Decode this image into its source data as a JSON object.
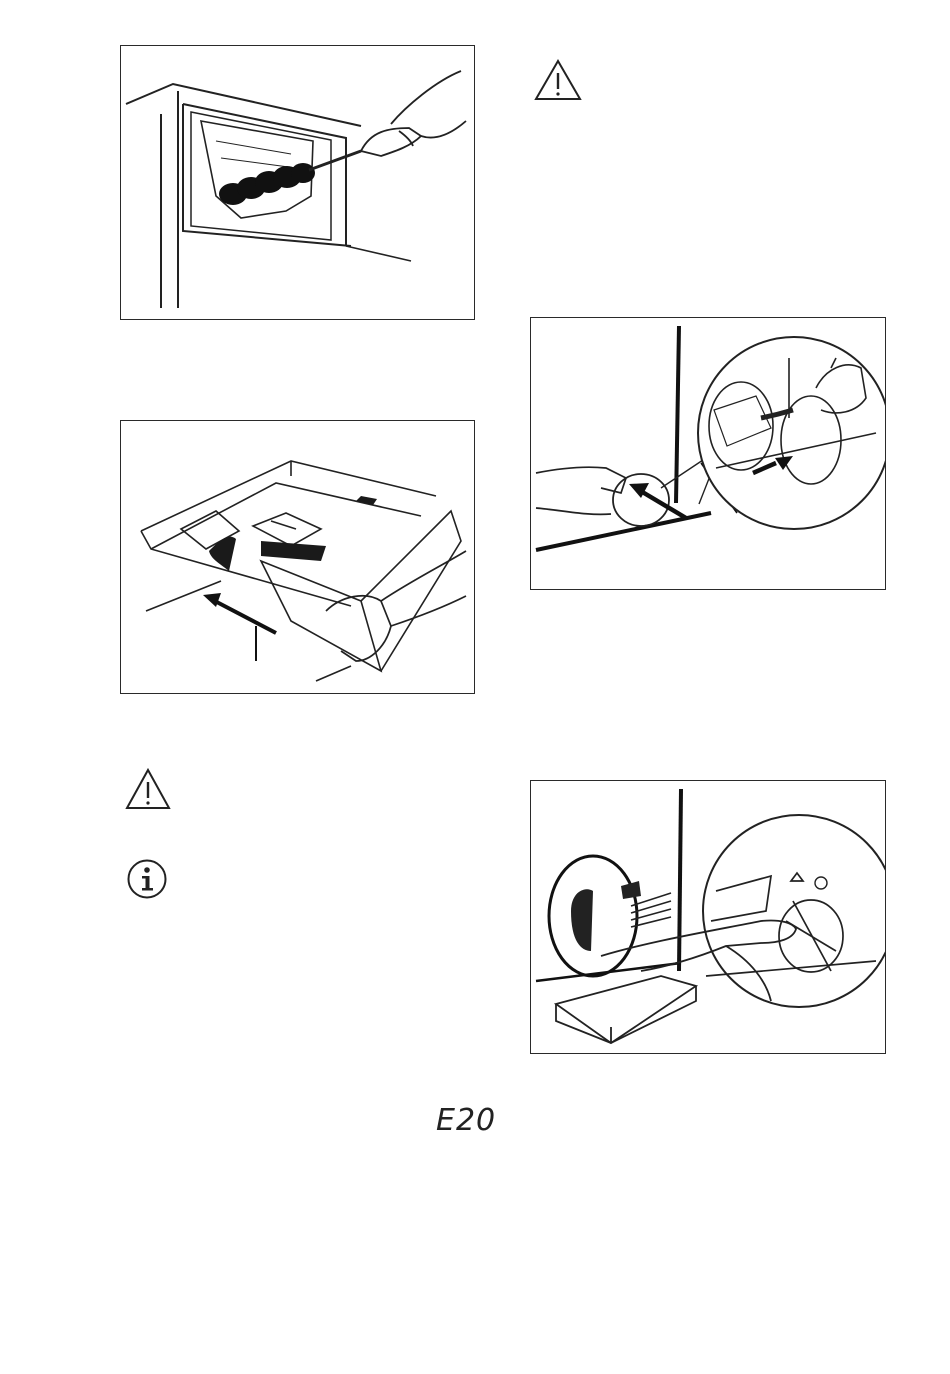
{
  "figures": {
    "brush_cleaning": {
      "description_icon": "brush-cleaning-illustration"
    },
    "dispenser_insert": {
      "description_icon": "dispenser-insert-illustration"
    },
    "pump_flap_open": {
      "description_icon": "pump-flap-illustration"
    },
    "pump_filter_remove": {
      "description_icon": "pump-filter-illustration"
    }
  },
  "icons": {
    "warning_left": "warning-icon",
    "info_left": "info-icon",
    "warning_right": "warning-icon"
  },
  "display": {
    "error_code": "E20"
  }
}
